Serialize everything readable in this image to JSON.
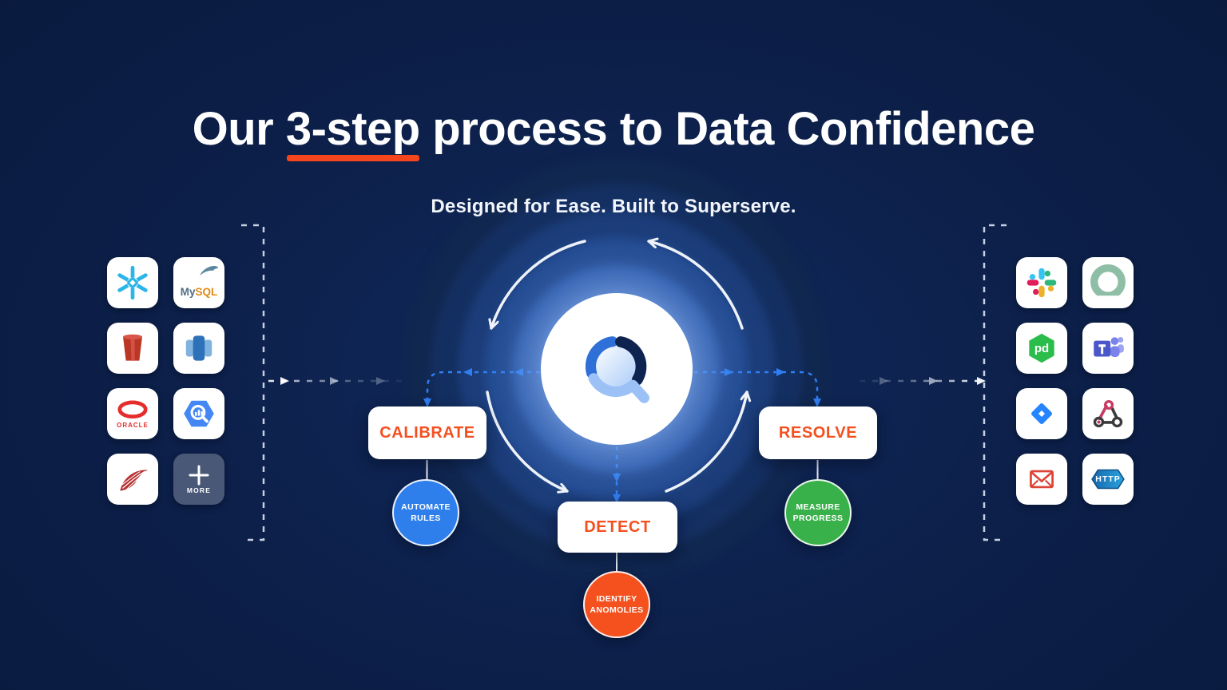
{
  "header": {
    "title_prefix": "Our ",
    "title_highlight": "3-step",
    "title_suffix": " process to Data Confidence",
    "subtitle": "Designed for Ease. Built to Superserve."
  },
  "sources": {
    "items": [
      {
        "name": "Snowflake",
        "icon": "snowflake-icon"
      },
      {
        "name": "MySQL",
        "icon": "mysql-icon",
        "label_my": "My",
        "label_sql": "SQL"
      },
      {
        "name": "Amazon S3",
        "icon": "s3-bucket-icon"
      },
      {
        "name": "Amazon Redshift",
        "icon": "blue-database-icon"
      },
      {
        "name": "Oracle",
        "icon": "oracle-icon",
        "label": "ORACLE"
      },
      {
        "name": "Google BigQuery",
        "icon": "bigquery-icon"
      },
      {
        "name": "Microsoft SQL Server",
        "icon": "sql-server-icon"
      },
      {
        "name": "More",
        "icon": "plus-icon",
        "label": "MORE"
      }
    ]
  },
  "destinations": {
    "items": [
      {
        "name": "Slack",
        "icon": "slack-icon"
      },
      {
        "name": "Green ring app",
        "icon": "green-ring-icon"
      },
      {
        "name": "PagerDuty",
        "icon": "pagerduty-icon",
        "label": "pd"
      },
      {
        "name": "Microsoft Teams",
        "icon": "teams-icon"
      },
      {
        "name": "Jira",
        "icon": "jira-icon"
      },
      {
        "name": "Webhooks",
        "icon": "webhook-icon"
      },
      {
        "name": "Email",
        "icon": "email-icon"
      },
      {
        "name": "HTTP",
        "icon": "http-icon",
        "label": "HTTP"
      }
    ]
  },
  "process": {
    "steps": [
      {
        "label": "CALIBRATE",
        "badge_line1": "AUTOMATE",
        "badge_line2": "RULES",
        "badge_color": "#2E7FEC"
      },
      {
        "label": "DETECT",
        "badge_line1": "IDENTIFY",
        "badge_line2": "ANOMOLIES",
        "badge_color": "#F4511E"
      },
      {
        "label": "RESOLVE",
        "badge_line1": "MEASURE",
        "badge_line2": "PROGRESS",
        "badge_color": "#39B14A"
      }
    ]
  },
  "colors": {
    "background": "#0C1F48",
    "accent_orange": "#F4501F",
    "underline": "#F4451C",
    "connector_blue": "#2F7FF3",
    "cycle_arrows": "#FFFFFF",
    "badge_blue": "#2E7FEC",
    "badge_orange": "#F4511E",
    "badge_green": "#39B14A"
  }
}
